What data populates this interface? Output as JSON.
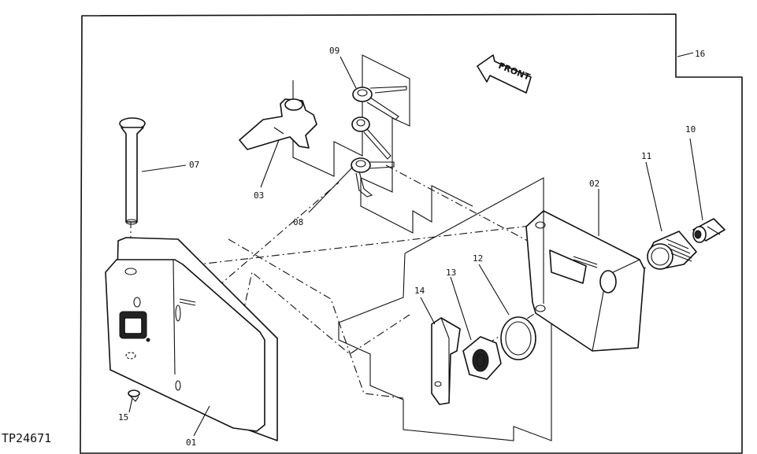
{
  "diagram": {
    "reference_code": "TP24671",
    "direction_label": "FRONT",
    "callouts": {
      "c01": "01",
      "c02": "02",
      "c03": "03",
      "c07": "07",
      "c08": "08",
      "c09": "09",
      "c10": "10",
      "c11": "11",
      "c12": "12",
      "c13": "13",
      "c14": "14",
      "c15": "15",
      "c16": "16"
    }
  }
}
